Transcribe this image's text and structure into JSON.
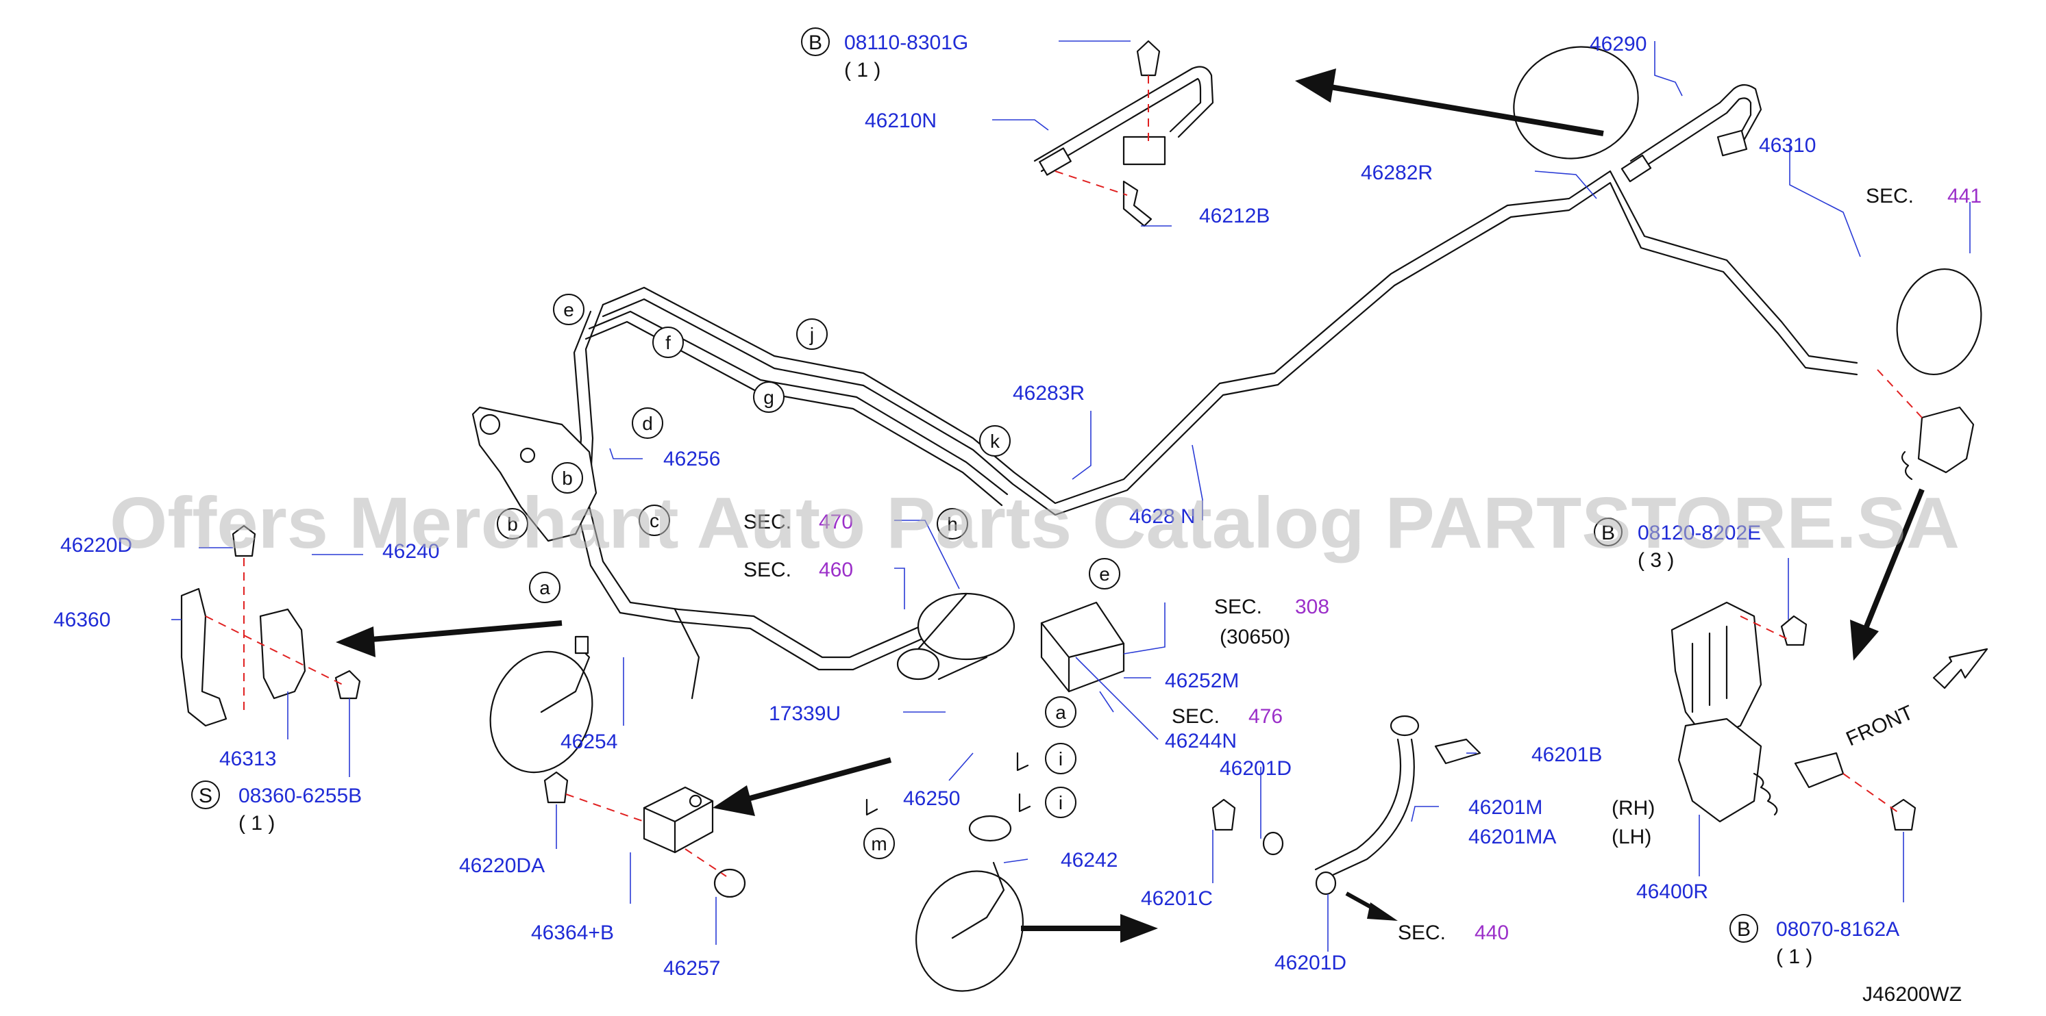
{
  "callouts": {
    "c_46290": "46290",
    "c_46310": "46310",
    "c_46282R": "46282R",
    "c_46283R": "46283R",
    "c_4628xN": "4628 N",
    "c_46210N": "46210N",
    "c_46212B": "46212B",
    "c_08110": "08110-8301G",
    "c_08110_qty": "( 1 )",
    "c_46256": "46256",
    "c_46220D": "46220D",
    "c_46240": "46240",
    "c_46360": "46360",
    "c_46313": "46313",
    "c_08360": "08360-6255B",
    "c_08360_qty": "( 1 )",
    "c_46254": "46254",
    "c_17339U": "17339U",
    "c_46250": "46250",
    "c_46242": "46242",
    "c_46220DA": "46220DA",
    "c_46364B": "46364+B",
    "c_46257": "46257",
    "c_46252M": "46252M",
    "c_46244N": "46244N",
    "c_46201D_a": "46201D",
    "c_46201B": "46201B",
    "c_46201M": "46201M",
    "c_46201MA": "46201MA",
    "c_46201C": "46201C",
    "c_46201D_b": "46201D",
    "c_08120": "08120-8202E",
    "c_08120_qty": "( 3 )",
    "c_rh": "(RH)",
    "c_lh": "(LH)",
    "c_46400R": "46400R",
    "c_08070": "08070-8162A",
    "c_08070_qty": "( 1 )",
    "c_front": "FRONT",
    "c_code": "J46200WZ"
  },
  "sections": {
    "sec_label": "SEC.",
    "sec_441": "441",
    "sec_470": "470",
    "sec_460": "460",
    "sec_308": "308",
    "sec_308_sub": "(30650)",
    "sec_476": "476",
    "sec_440": "440"
  },
  "markers": {
    "b_top": "B",
    "s_left": "S",
    "b_right1": "B",
    "b_right2": "B"
  },
  "letters": {
    "e1": "e",
    "f": "f",
    "j": "j",
    "g": "g",
    "d": "d",
    "k": "k",
    "b1": "b",
    "b2": "b",
    "c": "c",
    "a1": "a",
    "h": "h",
    "e2": "e",
    "a2": "a",
    "i1": "i",
    "i2": "i",
    "m": "m"
  },
  "watermark": "Offers Merchant Auto Parts Catalog PARTSTORE.SA",
  "colors": {
    "part_number": "#1f2bd6",
    "section_number": "#9b2fc9",
    "dashed_axis": "#e02020",
    "watermark": "#b8b8b8"
  }
}
